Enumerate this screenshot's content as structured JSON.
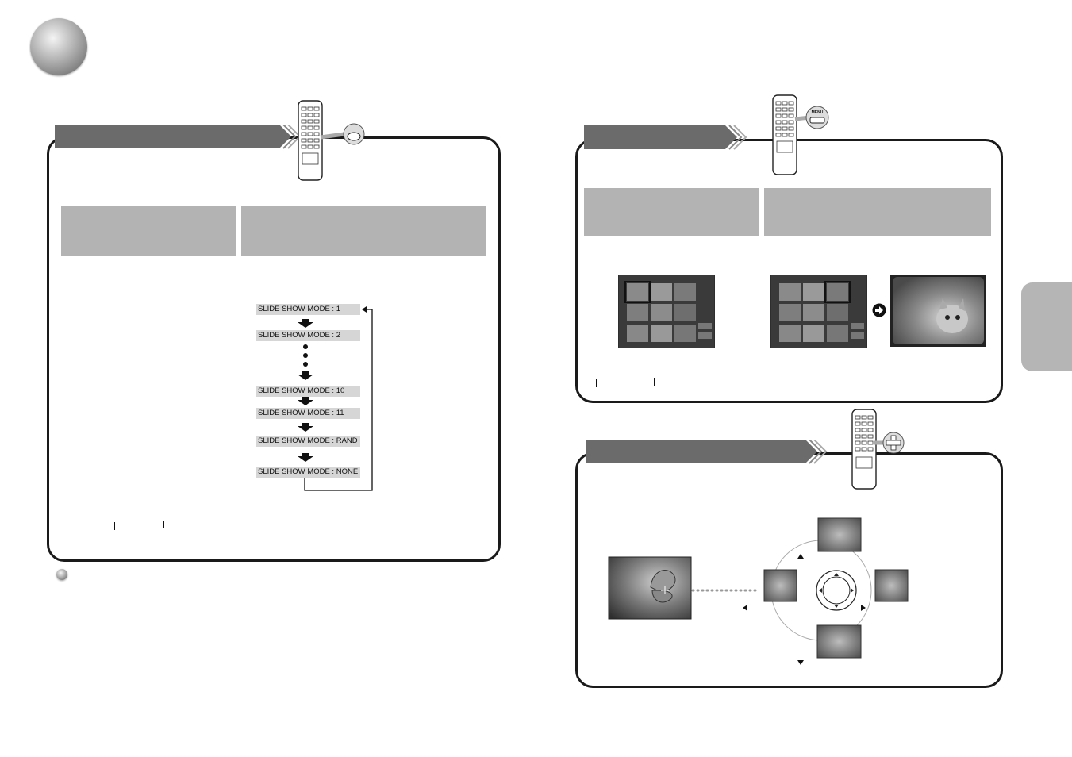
{
  "slide_show": {
    "modes": [
      "SLIDE SHOW MODE : 1",
      "SLIDE SHOW MODE : 2",
      "SLIDE SHOW MODE : 10",
      "SLIDE SHOW MODE : 11",
      "SLIDE SHOW MODE : RAND",
      "SLIDE SHOW MODE : NONE"
    ]
  },
  "remotes": {
    "slideshow_button_icon": "slide-mode-button-icon",
    "menu_button_label": "MENU",
    "direction_button_icon": "direction-pad-icon"
  },
  "icons": {
    "title_bullet": "sphere-bullet-icon",
    "note_bullet": "sphere-bullet-icon",
    "next_arrow": "circle-arrow-right-icon"
  },
  "colors": {
    "header_bar": "#6b6b6b",
    "gray_box": "#b3b3b3",
    "mode_label_bg": "#d6d6d6",
    "panel_border": "#1a1a1a"
  }
}
